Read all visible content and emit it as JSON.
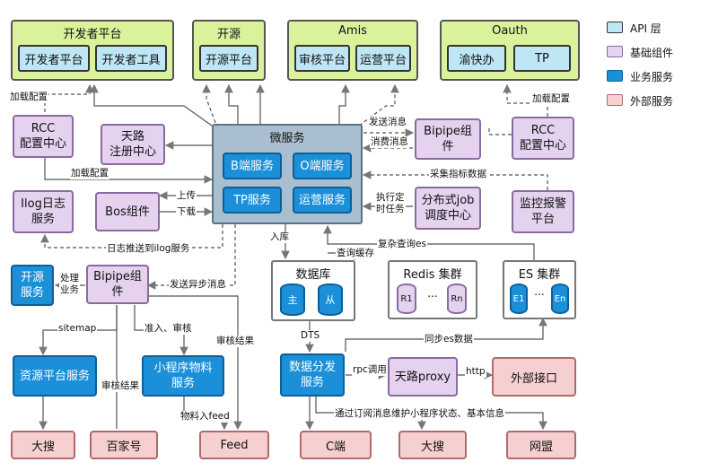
{
  "groups": {
    "dev_platform": {
      "title": "开发者平台",
      "items": [
        "开发者平台",
        "开发者工具"
      ]
    },
    "open_source": {
      "title": "开源",
      "items": [
        "开源平台"
      ]
    },
    "amis": {
      "title": "Amis",
      "items": [
        "审核平台",
        "运营平台"
      ]
    },
    "oauth": {
      "title": "Oauth",
      "items": [
        "渝快办",
        "TP"
      ]
    }
  },
  "legend": [
    {
      "label": "API 层",
      "color": "#bfe6f5"
    },
    {
      "label": "基础组件",
      "color": "#e4d2ee"
    },
    {
      "label": "业务服务",
      "color": "#1b8fd8"
    },
    {
      "label": "外部服务",
      "color": "#f6d0d0"
    }
  ],
  "microservice": {
    "title": "微服务",
    "items": [
      "B端服务",
      "O端服务",
      "TP服务",
      "运营服务"
    ]
  },
  "nodes": {
    "rcc_left": "RCC\n配置中心",
    "tianlu_reg": "天路\n注册中心",
    "bipipe_top": "Bipipe组\n件",
    "rcc_right": "RCC\n配置中心",
    "ilog": "Ilog日志\n服务",
    "bos": "Bos组件",
    "job": "分布式job\n调度中心",
    "monitor": "监控报警\n平台",
    "kaiyuan_service": "开源\n服务",
    "bipipe_mid": "Bipipe组\n件",
    "resource_platform": "资源平台服务",
    "miniapp_material": "小程序物料\n服务",
    "data_dist": "数据分发\n服务",
    "tianlu_proxy": "天路proxy",
    "external_api": "外部接口",
    "dasou1": "大搜",
    "baijiahao": "百家号",
    "feed": "Feed",
    "cduan": "C端",
    "dasou2": "大搜",
    "wangmeng": "网盟"
  },
  "db": {
    "title": "数据库",
    "disks": [
      "主",
      "从"
    ]
  },
  "redis": {
    "title": "Redis 集群",
    "disks": [
      "R1",
      "Rn"
    ],
    "ellipsis": "..."
  },
  "es": {
    "title": "ES 集群",
    "disks": [
      "E1",
      "En"
    ],
    "ellipsis": "..."
  },
  "labels": {
    "load_cfg_1": "加载配置",
    "load_cfg_2": "加载配置",
    "load_cfg_3": "加载配置",
    "send_msg": "发送消息",
    "consume_msg": "消费消息",
    "collect_metrics": "采集指标数据",
    "upload": "上传",
    "download": "下载",
    "exec_task": "执行定\n时任务",
    "log_push": "日志推送到ilog服务",
    "ruku": "入库",
    "complex_query": "复杂查询es",
    "query_cache": "查询缓存",
    "process_biz": "处理\n业务",
    "send_async": "发送异步消息",
    "sitemap": "sitemap",
    "access_review": "准入、审核",
    "review_result_1": "审核结果",
    "review_result_2": "审核结果",
    "material_feed": "物料入feed",
    "dts": "DTS",
    "sync_es": "同步es数据",
    "rpc": "rpc调用",
    "http": "http",
    "subscribe": "通过订阅消息维护小程序状态、基本信息"
  }
}
